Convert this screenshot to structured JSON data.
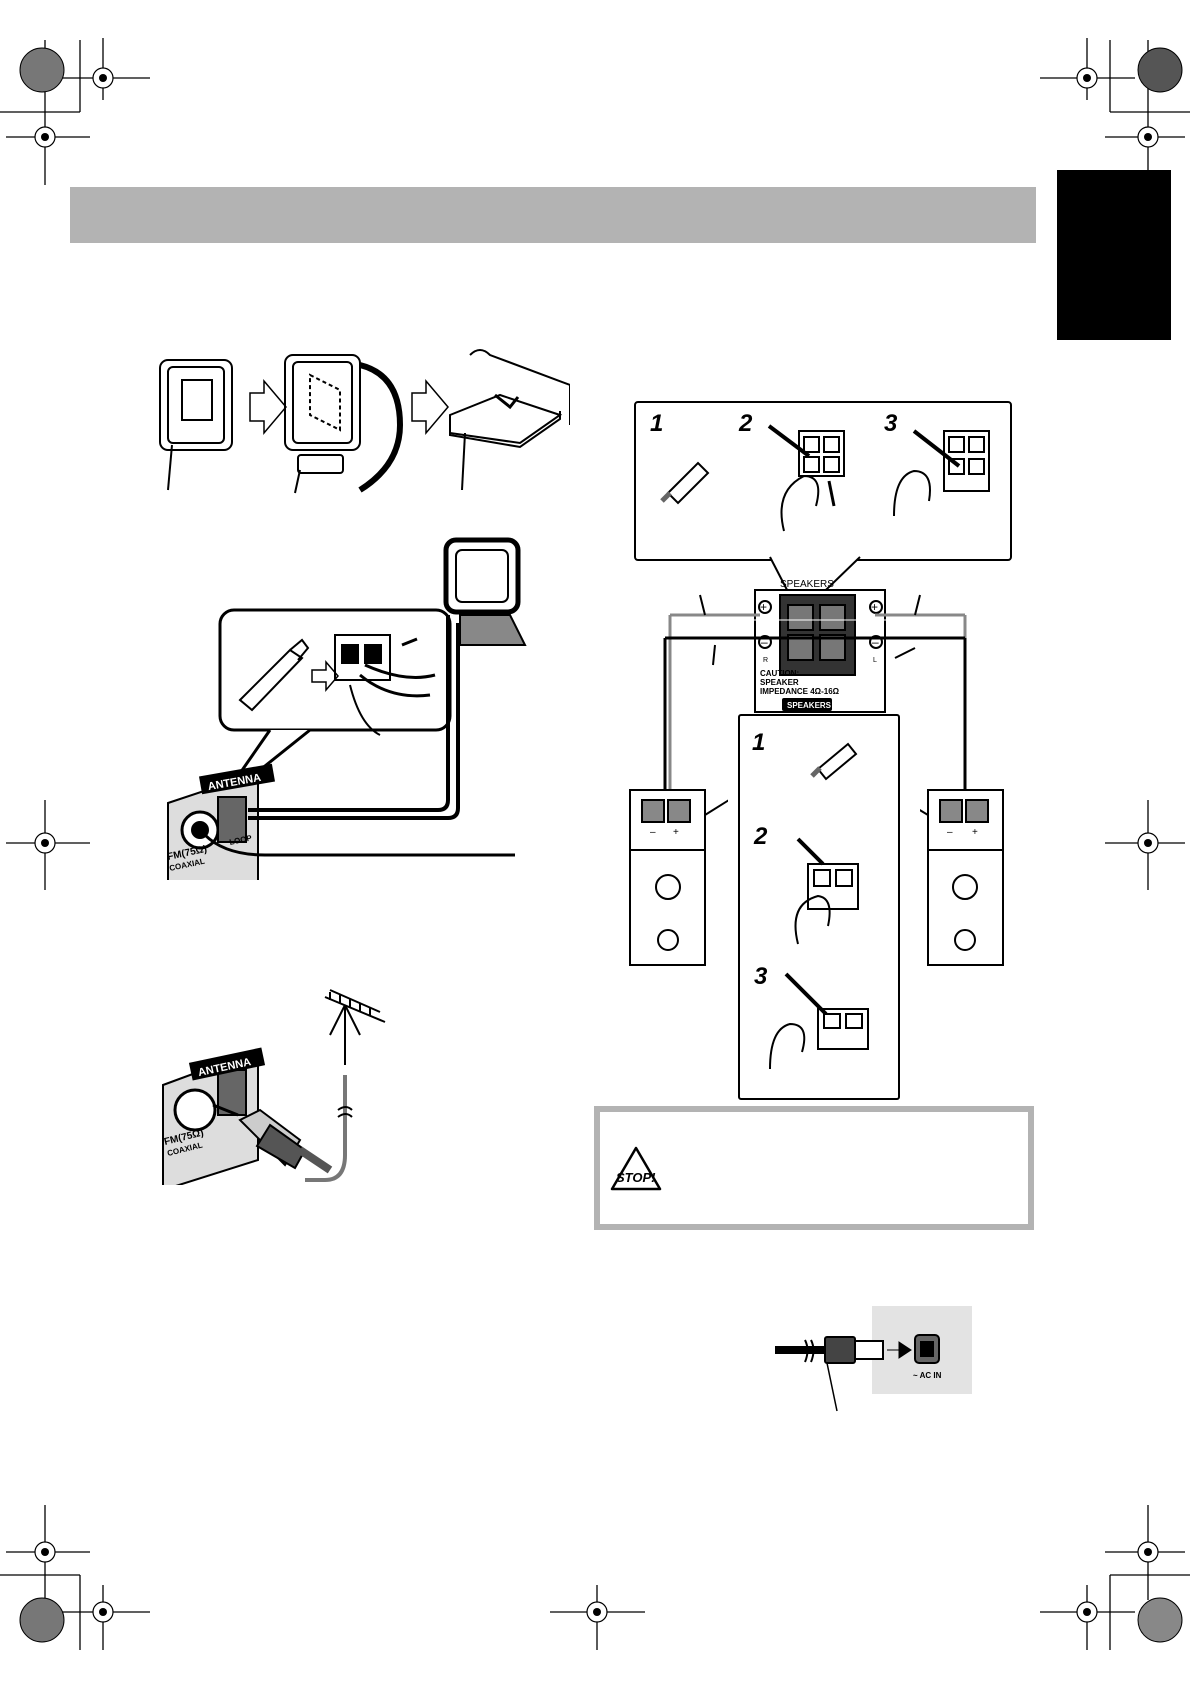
{
  "speakers": {
    "title": "SPEAKERS",
    "plus": "+",
    "minus": "–",
    "right": "R",
    "left": "L",
    "caution_1": "CAUTION:",
    "caution_2": "SPEAKER",
    "caution_3": "IMPEDANCE  4Ω-16Ω",
    "badge": "SPEAKERS",
    "steps": [
      "1",
      "2",
      "3"
    ]
  },
  "antenna": {
    "label": "ANTENNA",
    "fm": "FM(75Ω)",
    "coaxial": "COAXIAL",
    "loop": "LOOP"
  },
  "stop": {
    "label": "STOP!"
  },
  "power": {
    "ac_in": "AC IN"
  },
  "colors": {
    "header_bar": "#b3b3b3",
    "tab": "#000000",
    "stop_border": "#b3b3b3",
    "ac_panel": "#e3e3e3"
  }
}
